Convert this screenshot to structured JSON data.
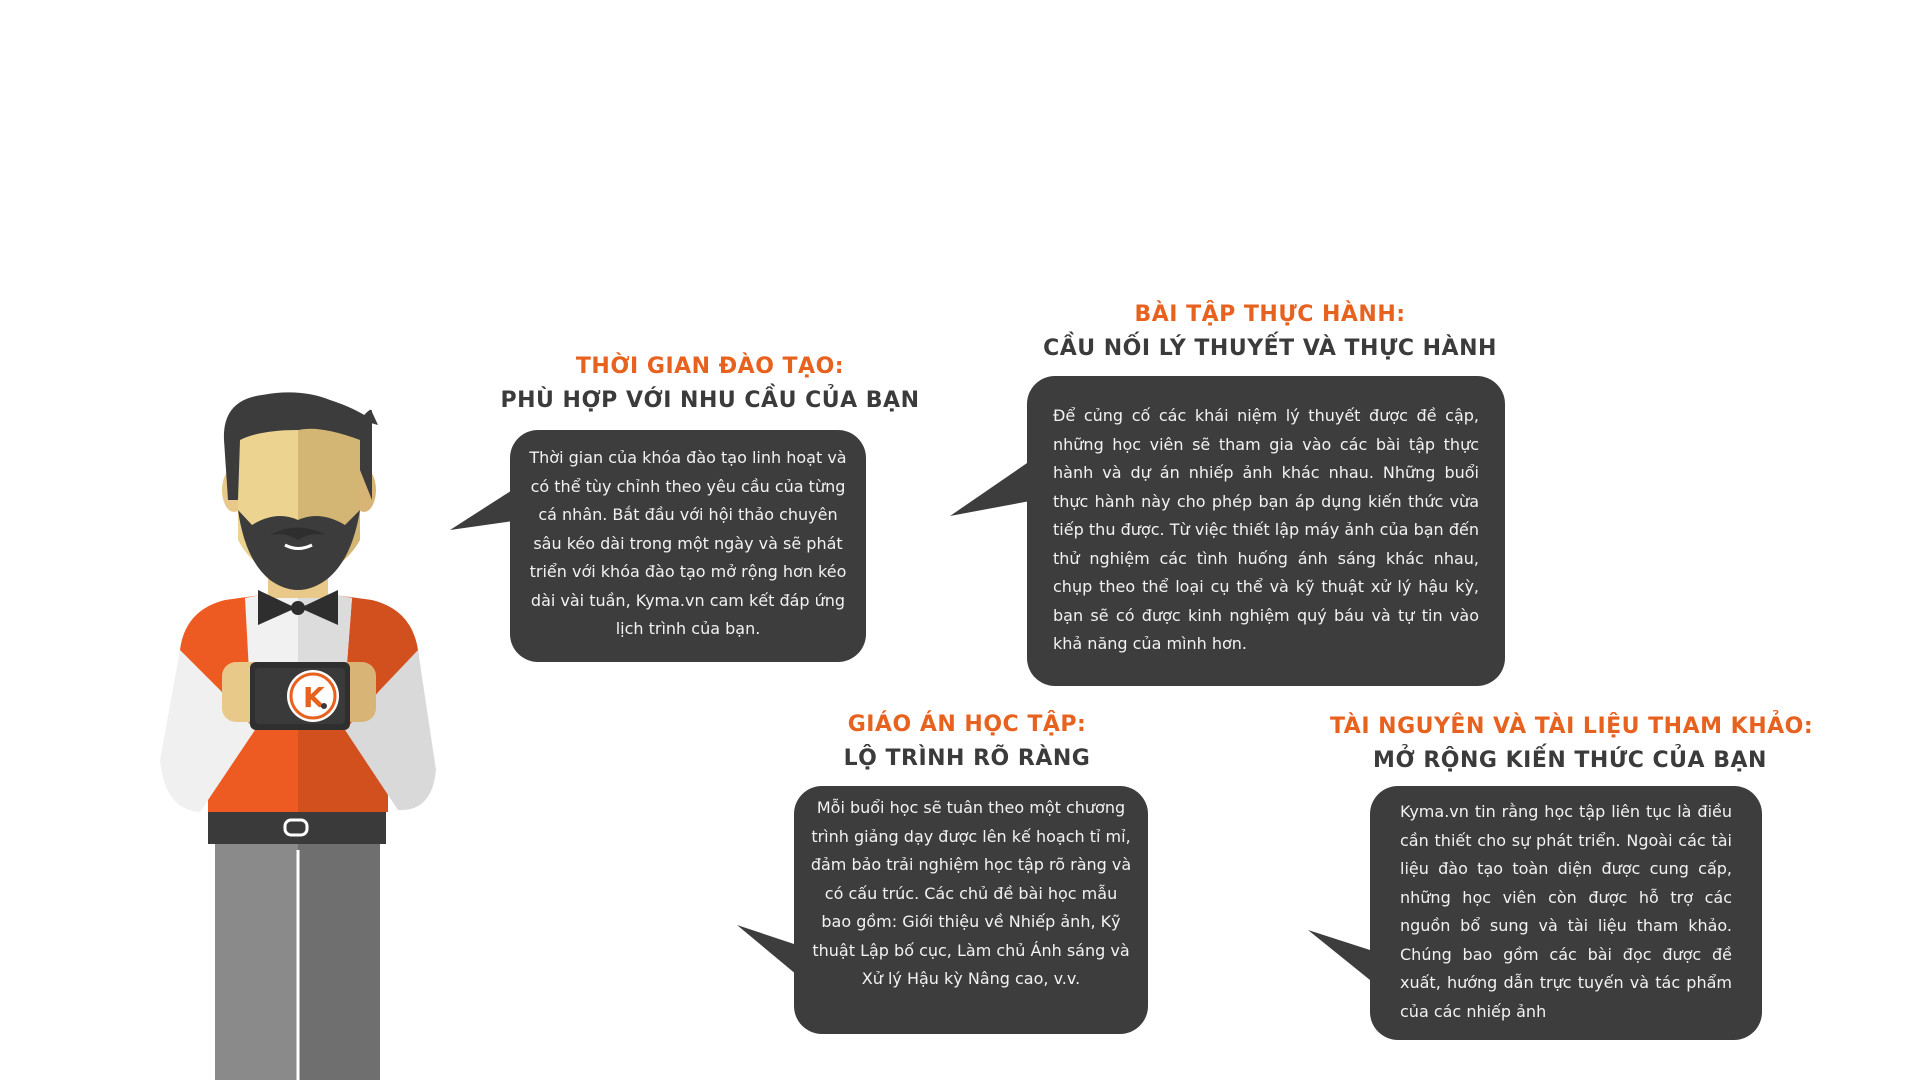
{
  "colors": {
    "accent": "#e8621f",
    "bubble": "#3d3d3d",
    "heading": "#3b3b3b"
  },
  "illustration": {
    "logo_letter": "K"
  },
  "sections": {
    "training_time": {
      "title": "Thời gian đào tạo:",
      "subtitle": "Phù hợp với nhu cầu của bạn",
      "body": "Thời gian của khóa đào tạo linh hoạt và có thể tùy chỉnh theo yêu cầu của từng cá nhân. Bắt đầu với hội thảo chuyên sâu kéo dài trong một ngày và sẽ phát triển với khóa đào tạo mở rộng hơn kéo dài vài tuần, Kyma.vn cam kết đáp ứng lịch trình của bạn."
    },
    "practice": {
      "title": "Bài tập thực hành:",
      "subtitle": "Cầu nối lý thuyết và thực hành",
      "body": "Để củng cố các khái niệm lý thuyết được đề cập, những học viên sẽ tham gia vào các bài tập thực hành và dự án nhiếp ảnh khác nhau. Những buổi thực hành này cho phép bạn áp dụng kiến thức vừa tiếp thu được. Từ việc thiết lập máy ảnh của bạn đến thử nghiệm các tình huống ánh sáng khác nhau, chụp theo thể loại cụ thể và kỹ thuật xử lý hậu kỳ, bạn sẽ có được kinh nghiệm quý báu và tự tin vào khả năng của mình hơn."
    },
    "curriculum": {
      "title": "Giáo án học tập:",
      "subtitle": "Lộ trình rõ ràng",
      "body": "Mỗi buổi học sẽ tuân theo một chương trình giảng dạy được lên kế hoạch tỉ mỉ, đảm bảo trải nghiệm học tập rõ ràng và có cấu trúc. Các chủ đề bài học mẫu bao gồm: Giới thiệu về Nhiếp ảnh, Kỹ thuật Lập bố cục, Làm chủ Ánh sáng và Xử lý Hậu kỳ Nâng cao, v.v."
    },
    "resources": {
      "title": "Tài nguyên và tài liệu tham khảo:",
      "subtitle": "Mở rộng kiến thức của bạn",
      "body": "Kyma.vn tin rằng học tập liên tục là điều cần thiết cho sự phát triển. Ngoài các tài liệu đào tạo toàn diện được cung cấp, những học viên còn được hỗ trợ các nguồn bổ sung và tài liệu tham khảo. Chúng bao gồm các bài đọc được đề xuất, hướng dẫn trực tuyến và tác phẩm của các nhiếp ảnh"
    }
  }
}
